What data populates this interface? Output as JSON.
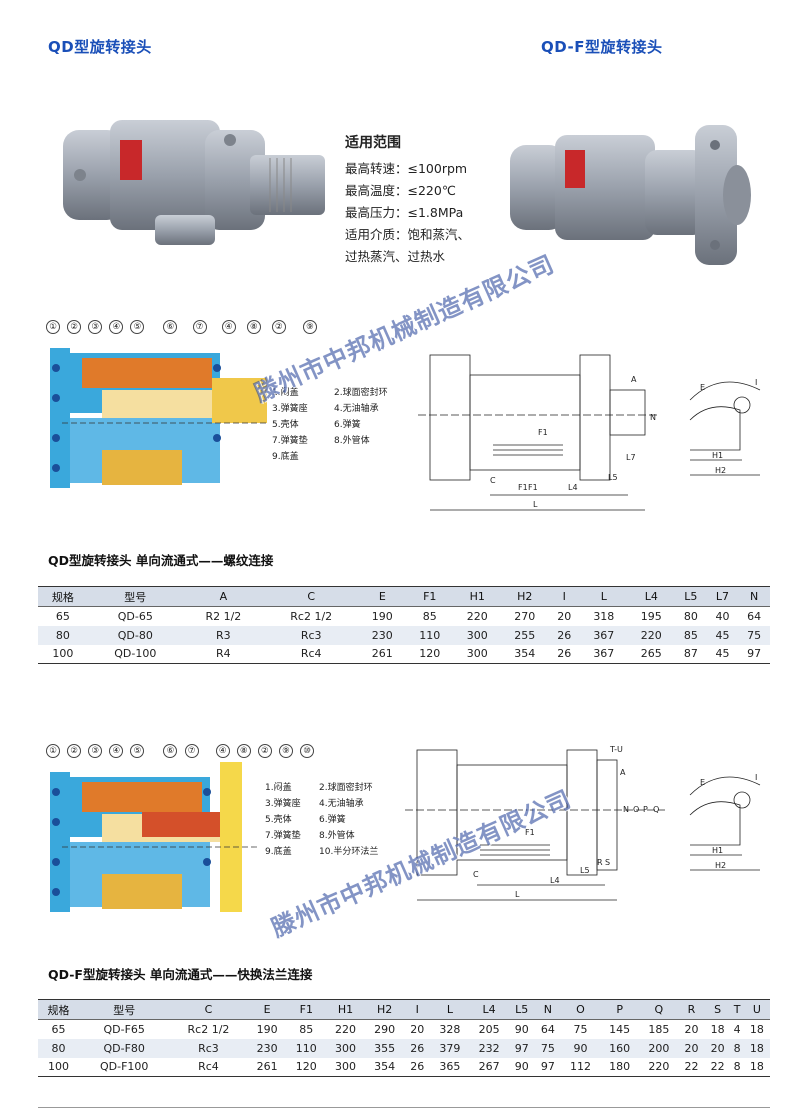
{
  "header": {
    "left_title": "QD型旋转接头",
    "right_title": "QD-F型旋转接头"
  },
  "specs": {
    "title": "适用范围",
    "lines": [
      "最高转速：≤100rpm",
      "最高温度：≤220℃",
      "最高压力：≤1.8MPa",
      "适用介质：饱和蒸汽、",
      "过热蒸汽、过热水"
    ]
  },
  "section1": {
    "callouts": [
      "①",
      "②",
      "③",
      "④",
      "⑤",
      "⑥",
      "⑦",
      "④",
      "⑧",
      "②",
      "⑨"
    ],
    "parts": [
      "1.闷盖",
      "2.球面密封环",
      "3.弹簧座",
      "4.无油轴承",
      "5.壳体",
      "6.弹簧",
      "7.弹簧垫",
      "8.外管体",
      "9.底盖",
      ""
    ],
    "dims": [
      "A",
      "N",
      "F1",
      "E",
      "I",
      "L7",
      "C",
      "F1",
      "F1",
      "L4",
      "L5",
      "L",
      "H1",
      "H2"
    ],
    "table_title": "QD型旋转接头    单向流通式——螺纹连接",
    "table": {
      "headers": [
        "规格",
        "型号",
        "A",
        "C",
        "E",
        "F1",
        "H1",
        "H2",
        "I",
        "L",
        "L4",
        "L5",
        "L7",
        "N"
      ],
      "rows": [
        [
          "65",
          "QD-65",
          "R2 1/2",
          "Rc2 1/2",
          "190",
          "85",
          "220",
          "270",
          "20",
          "318",
          "195",
          "80",
          "40",
          "64"
        ],
        [
          "80",
          "QD-80",
          "R3",
          "Rc3",
          "230",
          "110",
          "300",
          "255",
          "26",
          "367",
          "220",
          "85",
          "45",
          "75"
        ],
        [
          "100",
          "QD-100",
          "R4",
          "Rc4",
          "261",
          "120",
          "300",
          "354",
          "26",
          "367",
          "265",
          "87",
          "45",
          "97"
        ]
      ]
    }
  },
  "section2": {
    "callouts": [
      "①",
      "②",
      "③",
      "④",
      "⑤",
      "⑥",
      "⑦",
      "④",
      "⑧",
      "②",
      "⑨",
      "⑩"
    ],
    "parts": [
      "1.闷盖",
      "2.球面密封环",
      "3.弹簧座",
      "4.无油轴承",
      "5.壳体",
      "6.弹簧",
      "7.弹簧垫",
      "8.外管体",
      "9.底盖",
      "10.半分环法兰"
    ],
    "dims": [
      "T-U",
      "A",
      "N",
      "O",
      "P",
      "Q",
      "F1",
      "C",
      "L4",
      "L5",
      "R",
      "S",
      "L",
      "E",
      "I",
      "H1",
      "H2"
    ],
    "table_title": "QD-F型旋转接头    单向流通式——快换法兰连接",
    "table": {
      "headers": [
        "规格",
        "型号",
        "C",
        "E",
        "F1",
        "H1",
        "H2",
        "I",
        "L",
        "L4",
        "L5",
        "N",
        "O",
        "P",
        "Q",
        "R",
        "S",
        "T",
        "U"
      ],
      "rows": [
        [
          "65",
          "QD-F65",
          "Rc2 1/2",
          "190",
          "85",
          "220",
          "290",
          "20",
          "328",
          "205",
          "90",
          "64",
          "75",
          "145",
          "185",
          "20",
          "18",
          "4",
          "18"
        ],
        [
          "80",
          "QD-F80",
          "Rc3",
          "230",
          "110",
          "300",
          "355",
          "26",
          "379",
          "232",
          "97",
          "75",
          "90",
          "160",
          "200",
          "20",
          "20",
          "8",
          "18"
        ],
        [
          "100",
          "QD-F100",
          "Rc4",
          "261",
          "120",
          "300",
          "354",
          "26",
          "365",
          "267",
          "90",
          "97",
          "112",
          "180",
          "220",
          "22",
          "22",
          "8",
          "18"
        ]
      ]
    }
  },
  "watermark": "滕州市中邦机械制造有限公司"
}
